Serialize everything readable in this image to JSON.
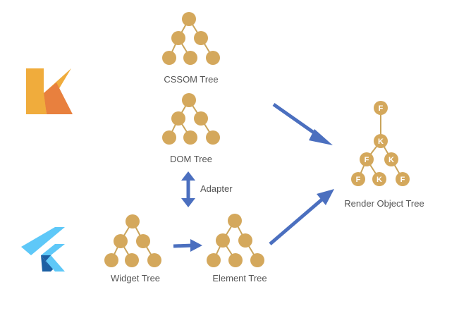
{
  "colors": {
    "node": "#d4a85c",
    "edge": "#c9a45b",
    "arrow": "#4b6fbf",
    "label": "#555555",
    "kotlin_orange": "#f0ac3c",
    "kotlin_dark": "#e8803e",
    "flutter_light": "#5ec8f8",
    "flutter_dark": "#1c5fa3"
  },
  "labels": {
    "cssom": "CSSOM Tree",
    "dom": "DOM Tree",
    "adapter": "Adapter",
    "widget": "Widget Tree",
    "element": "Element Tree",
    "render": "Render Object Tree"
  },
  "render_tree": {
    "node_top": "F",
    "node_mid": "K",
    "node_left": "F",
    "node_right": "K",
    "leaf1": "F",
    "leaf2": "K",
    "leaf3": "F"
  },
  "logos": {
    "kotlin": "kotlin-logo",
    "flutter": "flutter-logo"
  }
}
